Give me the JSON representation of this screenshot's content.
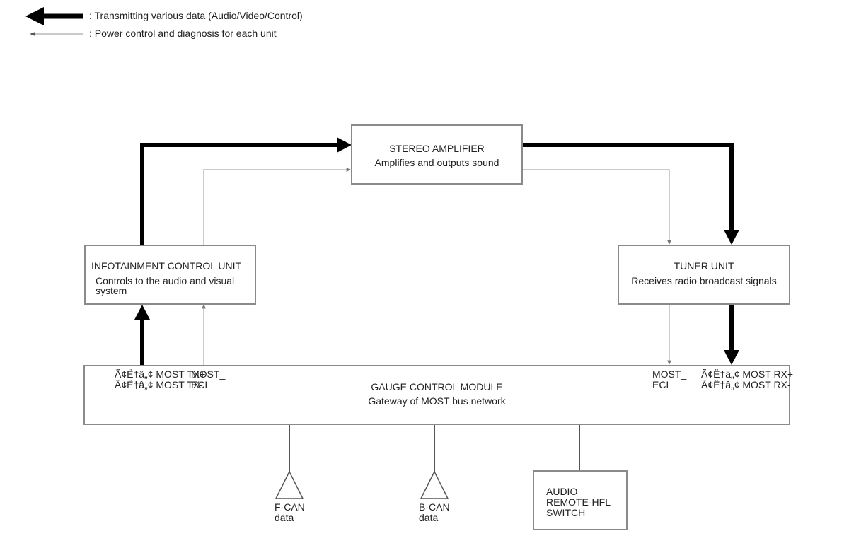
{
  "legend": {
    "thick_label": ": Transmitting various data (Audio/Video/Control)",
    "thin_label": ": Power control and diagnosis for each unit"
  },
  "units": {
    "stereo_amplifier": {
      "title": "STEREO AMPLIFIER",
      "desc": "Amplifies and outputs sound"
    },
    "infotainment": {
      "title": "INFOTAINMENT CONTROL UNIT",
      "desc_line1": "Controls to the audio and visual",
      "desc_line2": "system"
    },
    "tuner": {
      "title": "TUNER UNIT",
      "desc": "Receives radio broadcast signals"
    },
    "gauge": {
      "title": "GAUGE CONTROL MODULE",
      "desc": "Gateway of MOST bus network"
    },
    "audio_switch": {
      "line1": "AUDIO",
      "line2": "REMOTE-HFL",
      "line3": "SWITCH"
    }
  },
  "pins": {
    "left_tx_plus": "Ã¢Ë†â„¢ MOST TX+",
    "left_tx_minus": "Ã¢Ë†â„¢ MOST TX-",
    "left_ecl_line1": "MOST_",
    "left_ecl_line2": "ECL",
    "right_ecl_line1": "MOST_",
    "right_ecl_line2": "ECL",
    "right_rx_plus": "Ã¢Ë†â„¢ MOST RX+",
    "right_rx_minus": "Ã¢Ë†â„¢ MOST RX-"
  },
  "connectors": {
    "fcan_line1": "F-CAN",
    "fcan_line2": "data",
    "bcan_line1": "B-CAN",
    "bcan_line2": "data"
  },
  "colors": {
    "thick_line": "#000000",
    "thin_line": "#aaaaaa",
    "box_border": "#8a8a8a",
    "text": "#222222"
  }
}
